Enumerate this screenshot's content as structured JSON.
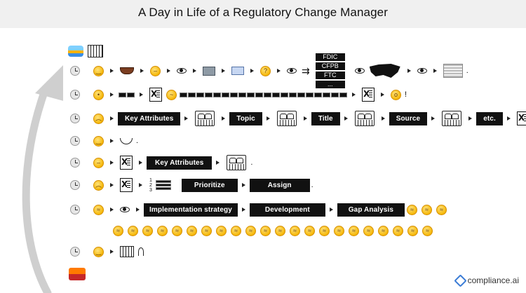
{
  "title": "A Day in Life of a Regulatory Change Manager",
  "regulators": [
    "FDIC",
    "CFPB",
    "FTC",
    "..."
  ],
  "rows": {
    "row3": {
      "key_attributes": "Key Attributes",
      "topic": "Topic",
      "title": "Title",
      "source": "Source",
      "etc": "etc."
    },
    "row5": {
      "key_attributes": "Key Attributes"
    },
    "row6": {
      "prioritize": "Prioritize",
      "assign": "Assign"
    },
    "row7": {
      "implementation": "Implementation strategy",
      "development": "Development",
      "gap_analysis": "Gap Analysis"
    }
  },
  "logo": {
    "text": "compliance.ai"
  },
  "colors": {
    "header_bg": "#f0f0f0",
    "block_bg": "#111111",
    "arrow": "#cfcfcf",
    "brand": "#3a7bd5"
  },
  "icons": [
    "sunrise-icon",
    "building-icon",
    "clock-icon",
    "face-icon",
    "coffee-icon",
    "eye-icon",
    "computer-icon",
    "email-icon",
    "us-map-icon",
    "newspaper-icon",
    "excel-icon",
    "keyboard-icon",
    "bowl-icon",
    "list-icon",
    "tree-icon",
    "sunset-icon",
    "compliance-logo-icon"
  ]
}
